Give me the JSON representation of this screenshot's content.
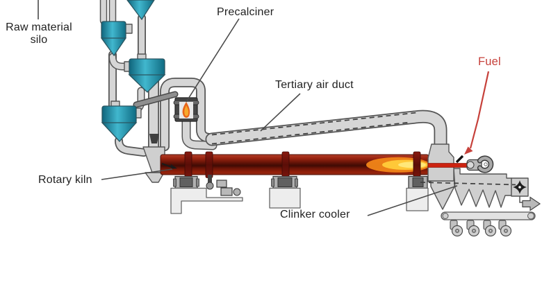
{
  "figure": {
    "type": "process-diagram"
  },
  "labels": {
    "raw_material_silo": {
      "line1": "Raw material",
      "line2": "silo"
    },
    "precalciner": "Precalciner",
    "tertiary_air_duct": "Tertiary air duct",
    "fuel": "Fuel",
    "rotary_kiln": "Rotary kiln",
    "clinker_cooler": "Clinker cooler"
  },
  "colors": {
    "background": "#ffffff",
    "label-text": "#1f1f1f",
    "fuel-red": "#c6403a",
    "outline": "#555555",
    "duct-fill": "#d6d6d6",
    "duct-dark": "#8f8f8f",
    "structure-fill": "#cfcfcf",
    "cyclone-teal-dark": "#10657c",
    "cyclone-teal-light": "#41b7ce",
    "kiln-red": "#9c2410",
    "kiln-dark": "#3f0b04",
    "tyre-red": "#6e120b",
    "flame-orange": "#f08418",
    "flame-yellow": "#ffe87a",
    "burner-red": "#cc2310",
    "leader-line": "#4a4a4a"
  }
}
